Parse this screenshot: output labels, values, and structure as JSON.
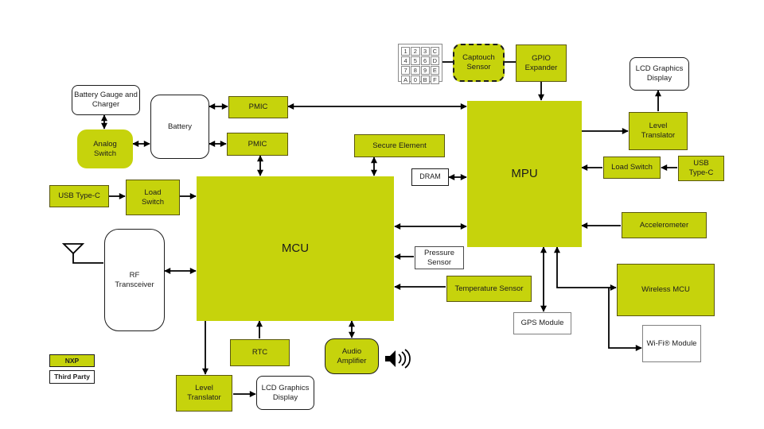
{
  "colors": {
    "nxp_green": "#c6d30c",
    "green_border": "#5a570e",
    "line": "#000000",
    "background": "#ffffff"
  },
  "blocks": {
    "battery_gauge": "Battery Gauge and Charger",
    "analog_switch": "Analog Switch",
    "battery": "Battery",
    "pmic1": "PMIC",
    "pmic2": "PMIC",
    "usb_c_left": "USB Type-C",
    "load_switch_left": "Load Switch",
    "mcu": "MCU",
    "rf_transceiver": "RF Transceiver",
    "secure_element": "Secure Element",
    "dram": "DRAM",
    "mpu": "MPU",
    "captouch": "Captouch Sensor",
    "gpio_expander": "GPIO Expander",
    "lcd_top": "LCD Graphics Display",
    "level_translator_right": "Level Translator",
    "load_switch_right": "Load Switch",
    "usb_c_right": "USB Type-C",
    "accelerometer": "Accelerometer",
    "pressure_sensor": "Pressure Sensor",
    "temperature_sensor": "Temperature Sensor",
    "wireless_mcu": "Wireless MCU",
    "gps_module": "GPS Module",
    "wifi_module": "Wi-Fi® Module",
    "rtc": "RTC",
    "audio_amplifier": "Audio Amplifier",
    "level_translator_bottom": "Level Translator",
    "lcd_bottom": "LCD Graphics Display"
  },
  "legend": {
    "nxp": "NXP",
    "third_party": "Third Party"
  },
  "keypad": {
    "keys": [
      "1",
      "2",
      "3",
      "C",
      "4",
      "5",
      "6",
      "D",
      "7",
      "8",
      "9",
      "E",
      "A",
      "0",
      "B",
      "F"
    ]
  }
}
